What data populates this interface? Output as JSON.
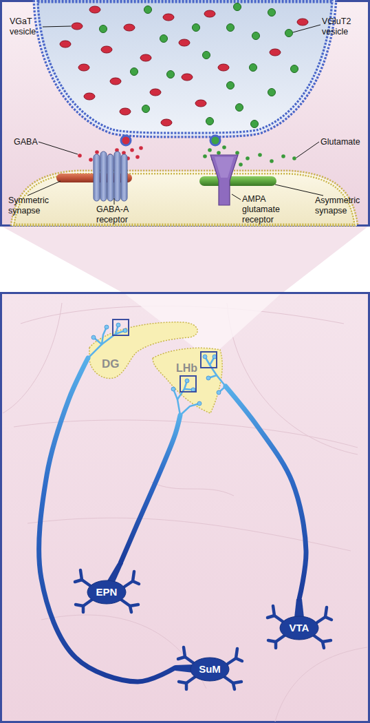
{
  "diagram": {
    "nodes": [
      {
        "text": [
          "DG"
        ]
      },
      {
        "text": [
          "LHb"
        ]
      },
      {
        "text": [
          "EPN"
        ]
      },
      {
        "text": [
          "VTA"
        ]
      },
      {
        "text": [
          "SuM"
        ]
      }
    ],
    "edges": [
      {
        "from": 2,
        "to": 1,
        "arrow": "none"
      },
      {
        "from": 3,
        "to": 1,
        "arrow": "none"
      },
      {
        "from": 4,
        "to": 0,
        "arrow": "none"
      }
    ],
    "labels": [
      "VGaT vesicle",
      "VGluT2 vesicle",
      "GABA",
      "Glutamate",
      "GABA-A receptor",
      "Symmetric synapse",
      "AMPA glutamate receptor",
      "Asymmetric synapse"
    ]
  }
}
